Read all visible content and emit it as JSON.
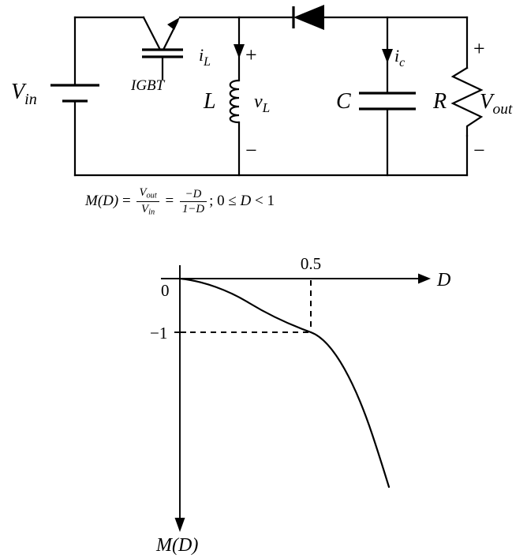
{
  "figure": {
    "kind": "buck-boost-converter-schematic-with-conversion-ratio-plot",
    "background_color": "#ffffff",
    "line_color": "#000000"
  },
  "circuit": {
    "title_none": "",
    "source_label": "V",
    "source_sub": "in",
    "switch_label": "IGBT",
    "inductor_label": "L",
    "inductor_voltage_label": "v",
    "inductor_voltage_sub": "L",
    "inductor_current_label": "i",
    "inductor_current_sub": "L",
    "capacitor_label": "C",
    "capacitor_current_label": "i",
    "capacitor_current_sub": "c",
    "resistor_label": "R",
    "output_label": "V",
    "output_sub": "out",
    "plus_inductor": "+",
    "minus_inductor": "−",
    "plus_output": "+",
    "minus_output": "−",
    "components": [
      {
        "name": "voltage-source",
        "type": "battery",
        "label": "V_in"
      },
      {
        "name": "igbt-switch",
        "type": "transistor",
        "label": "IGBT"
      },
      {
        "name": "inductor",
        "type": "inductor",
        "label": "L"
      },
      {
        "name": "diode",
        "type": "diode",
        "label": ""
      },
      {
        "name": "capacitor",
        "type": "capacitor",
        "label": "C"
      },
      {
        "name": "resistor",
        "type": "resistor",
        "label": "R"
      }
    ]
  },
  "equation": {
    "lhs": "M",
    "lhs_arg": "(D)",
    "eq1": "=",
    "frac1_num_sym": "V",
    "frac1_num_sub": "out",
    "frac1_den_sym": "V",
    "frac1_den_sub": "in",
    "eq2": "=",
    "frac2_num": "−D",
    "frac2_den": "1−D",
    "semicolon": ";",
    "domain_lo": "0",
    "le": "≤",
    "domain_var": "D",
    "lt": "<",
    "domain_hi": "1",
    "plain": "M(D) = V_out/V_in = −D/(1−D); 0 ≤ D < 1"
  },
  "chart_data": {
    "type": "line",
    "title": "",
    "xlabel": "D",
    "ylabel": "M(D)",
    "x_axis_direction": "right",
    "y_axis_direction": "down",
    "grid": false,
    "legend": null,
    "xlim": [
      0,
      0.72
    ],
    "ylim": [
      0,
      -3.0
    ],
    "x_tick_labels": [
      "0.5"
    ],
    "x_ticks": [
      0.5
    ],
    "y_tick_labels": [
      "0",
      "−1"
    ],
    "y_ticks": [
      0,
      -1
    ],
    "origin_label": "0",
    "annotations": [
      {
        "type": "dashed-guide",
        "from": [
          0.5,
          0
        ],
        "to": [
          0.5,
          -1
        ],
        "label": "0.5"
      },
      {
        "type": "dashed-guide",
        "from": [
          0,
          -1
        ],
        "to": [
          0.5,
          -1
        ],
        "label": "−1"
      }
    ],
    "series": [
      {
        "name": "M(D) = -D/(1-D)",
        "formula": "-D/(1-D)",
        "x": [
          0.0,
          0.05,
          0.1,
          0.15,
          0.2,
          0.25,
          0.3,
          0.35,
          0.4,
          0.45,
          0.5,
          0.55,
          0.6,
          0.65,
          0.7,
          0.72
        ],
        "y": [
          0.0,
          -0.053,
          -0.111,
          -0.176,
          -0.25,
          -0.333,
          -0.429,
          -0.538,
          -0.667,
          -0.818,
          -1.0,
          -1.222,
          -1.5,
          -1.857,
          -2.333,
          -2.571
        ]
      }
    ]
  }
}
